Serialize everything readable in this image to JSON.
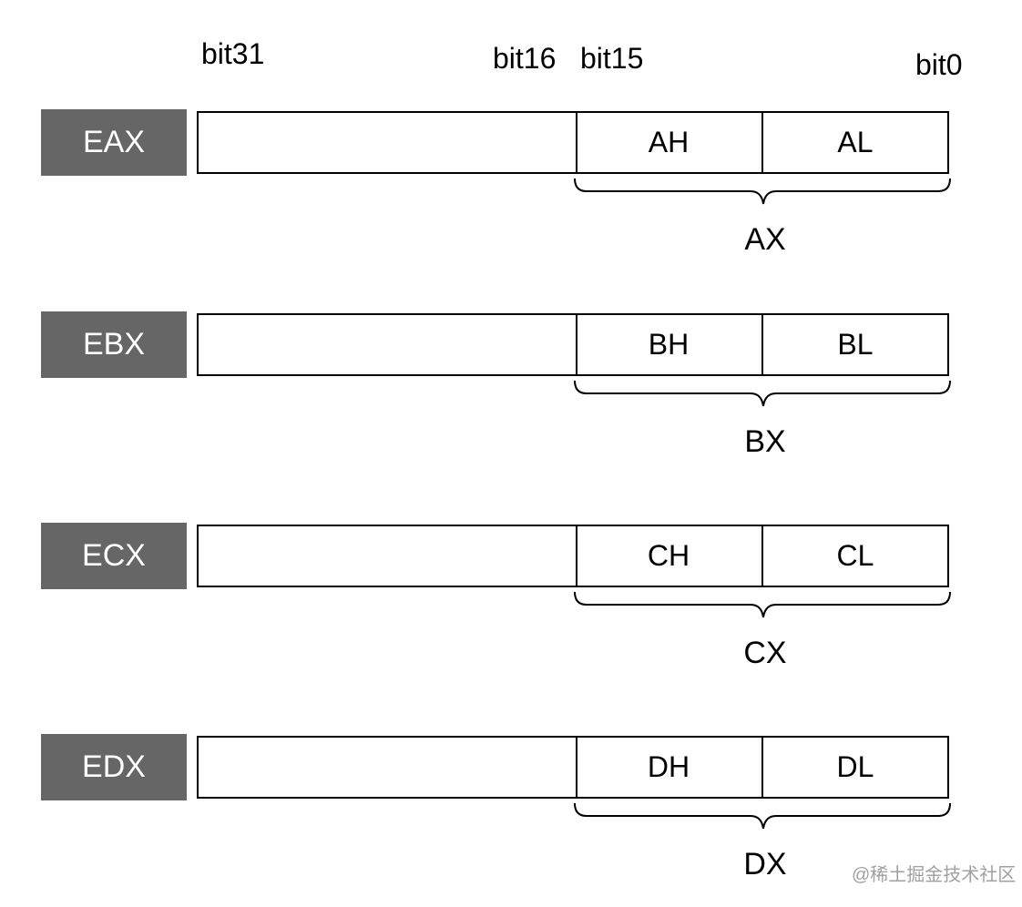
{
  "bit_labels": {
    "bit31": "bit31",
    "bit16": "bit16",
    "bit15": "bit15",
    "bit0": "bit0"
  },
  "registers": [
    {
      "name": "EAX",
      "high_byte": "AH",
      "low_byte": "AL",
      "word": "AX"
    },
    {
      "name": "EBX",
      "high_byte": "BH",
      "low_byte": "BL",
      "word": "BX"
    },
    {
      "name": "ECX",
      "high_byte": "CH",
      "low_byte": "CL",
      "word": "CX"
    },
    {
      "name": "EDX",
      "high_byte": "DH",
      "low_byte": "DL",
      "word": "DX"
    }
  ],
  "colors": {
    "register_name_bg": "#666666",
    "register_name_text": "#ffffff",
    "outline": "#000000",
    "watermark": "#a0a0a0"
  },
  "watermark": "@稀土掘金技术社区"
}
